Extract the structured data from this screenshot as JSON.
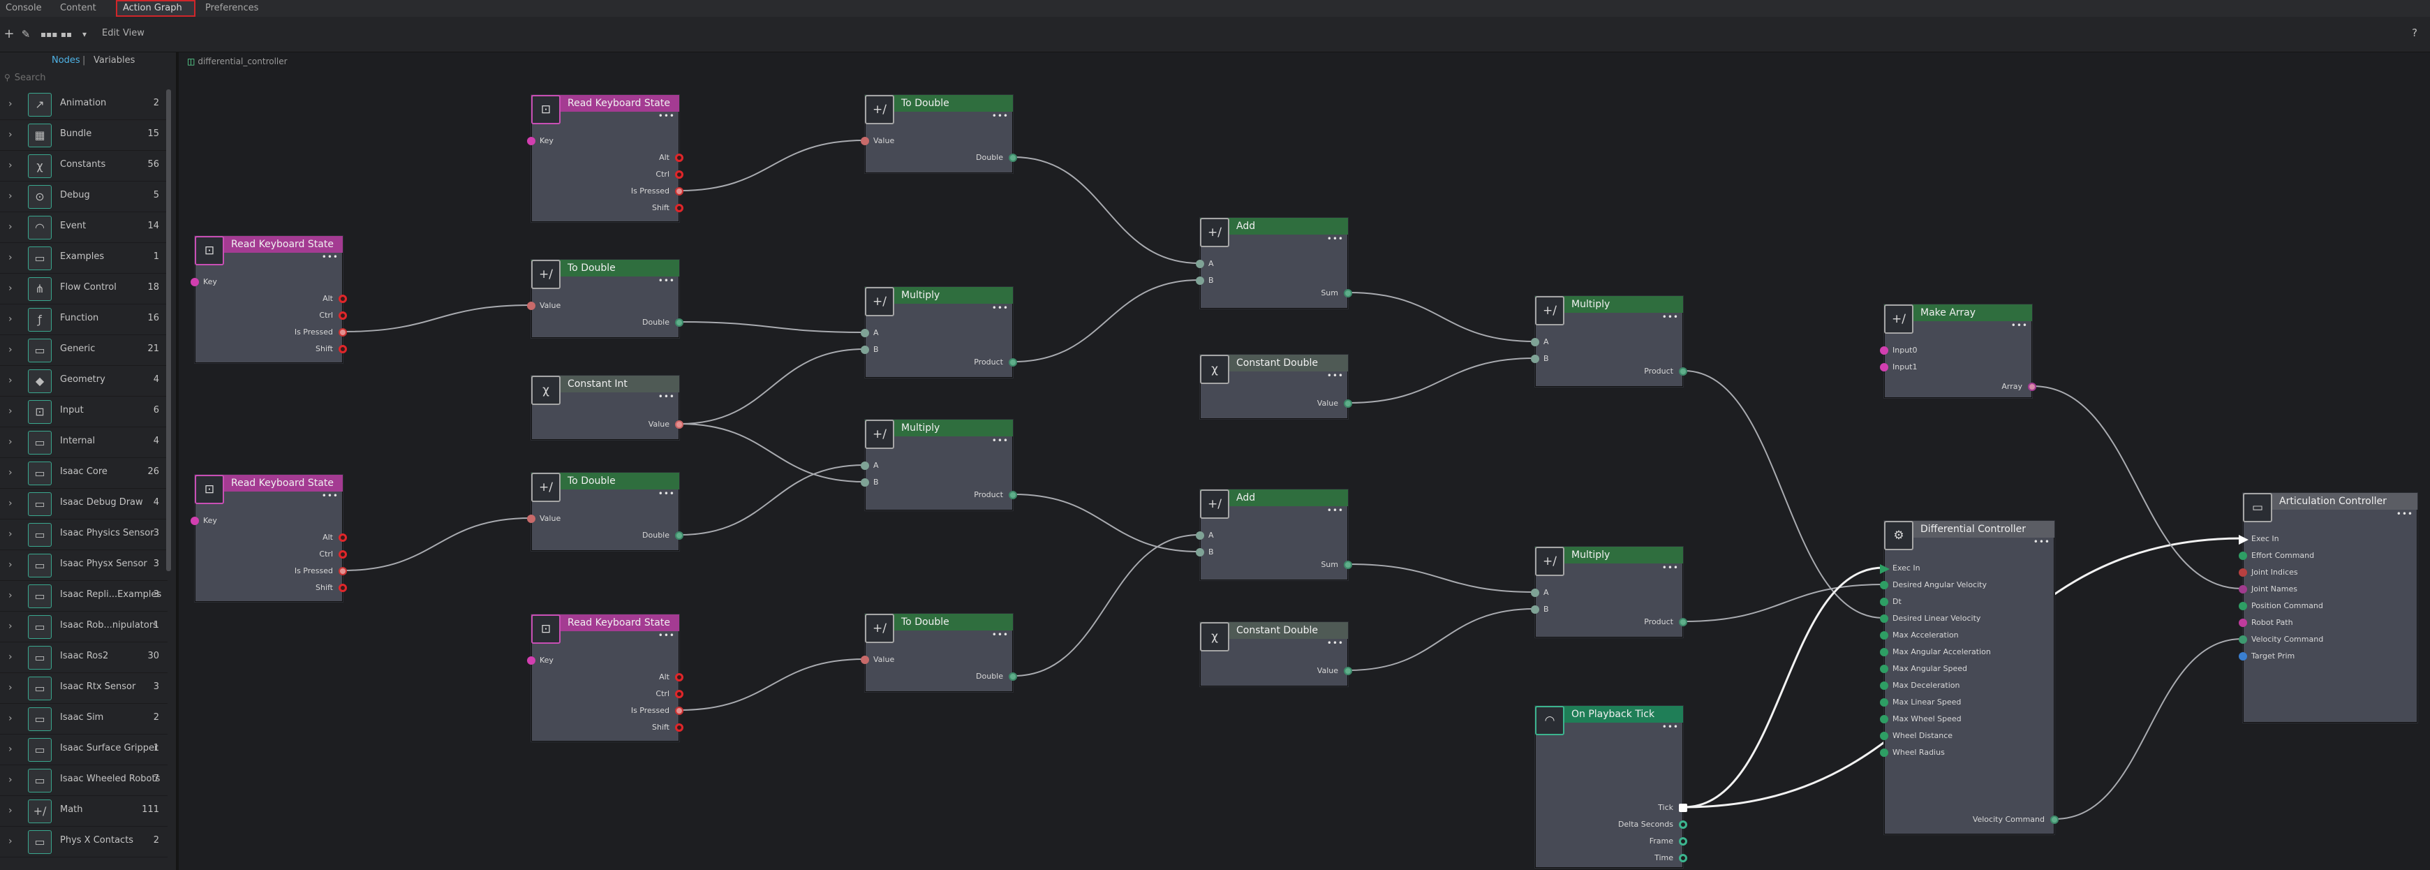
{
  "top_tabs": [
    "Console",
    "Content",
    "Action Graph",
    "Preferences"
  ],
  "toolbar": {
    "menu_edit": "Edit",
    "menu_view": "View",
    "help": "?"
  },
  "sidebar": {
    "tab_nodes": "Nodes",
    "tab_sep": "|",
    "tab_variables": "Variables",
    "search_placeholder": "Search",
    "categories": [
      {
        "label": "Animation",
        "count": "2",
        "icon": "↗"
      },
      {
        "label": "Bundle",
        "count": "15",
        "icon": "▦"
      },
      {
        "label": "Constants",
        "count": "56",
        "icon": "χ"
      },
      {
        "label": "Debug",
        "count": "5",
        "icon": "⊙"
      },
      {
        "label": "Event",
        "count": "14",
        "icon": "◠"
      },
      {
        "label": "Examples",
        "count": "1",
        "icon": "▭"
      },
      {
        "label": "Flow Control",
        "count": "18",
        "icon": "⋔"
      },
      {
        "label": "Function",
        "count": "16",
        "icon": "ƒ"
      },
      {
        "label": "Generic",
        "count": "21",
        "icon": "▭"
      },
      {
        "label": "Geometry",
        "count": "4",
        "icon": "◆"
      },
      {
        "label": "Input",
        "count": "6",
        "icon": "⊡"
      },
      {
        "label": "Internal",
        "count": "4",
        "icon": "▭"
      },
      {
        "label": "Isaac Core",
        "count": "26",
        "icon": "▭"
      },
      {
        "label": "Isaac Debug Draw",
        "count": "4",
        "icon": "▭"
      },
      {
        "label": "Isaac Physics Sensor",
        "count": "3",
        "icon": "▭"
      },
      {
        "label": "Isaac Physx Sensor",
        "count": "3",
        "icon": "▭"
      },
      {
        "label": "Isaac Repli...Examples",
        "count": "3",
        "icon": "▭"
      },
      {
        "label": "Isaac Rob...nipulators",
        "count": "1",
        "icon": "▭"
      },
      {
        "label": "Isaac Ros2",
        "count": "30",
        "icon": "▭"
      },
      {
        "label": "Isaac Rtx Sensor",
        "count": "3",
        "icon": "▭"
      },
      {
        "label": "Isaac Sim",
        "count": "2",
        "icon": "▭"
      },
      {
        "label": "Isaac Surface Gripper",
        "count": "1",
        "icon": "▭"
      },
      {
        "label": "Isaac Wheeled Robots",
        "count": "7",
        "icon": "▭"
      },
      {
        "label": "Math",
        "count": "111",
        "icon": "+∕"
      },
      {
        "label": "Phys X Contacts",
        "count": "2",
        "icon": "▭"
      }
    ]
  },
  "graph": {
    "breadcrumb": "differential_controller"
  },
  "nodes": {
    "rks1": {
      "title": "Read Keyboard State",
      "in": [
        "Key"
      ],
      "out": [
        "Alt",
        "Ctrl",
        "Is Pressed",
        "Shift"
      ]
    },
    "rks2": {
      "title": "Read Keyboard State",
      "in": [
        "Key"
      ],
      "out": [
        "Alt",
        "Ctrl",
        "Is Pressed",
        "Shift"
      ]
    },
    "rks3": {
      "title": "Read Keyboard State",
      "in": [
        "Key"
      ],
      "out": [
        "Alt",
        "Ctrl",
        "Is Pressed",
        "Shift"
      ]
    },
    "rks4": {
      "title": "Read Keyboard State",
      "in": [
        "Key"
      ],
      "out": [
        "Alt",
        "Ctrl",
        "Is Pressed",
        "Shift"
      ]
    },
    "td1": {
      "title": "To Double",
      "in": [
        "Value"
      ],
      "out": [
        "Double"
      ]
    },
    "td2": {
      "title": "To Double",
      "in": [
        "Value"
      ],
      "out": [
        "Double"
      ]
    },
    "td3": {
      "title": "To Double",
      "in": [
        "Value"
      ],
      "out": [
        "Double"
      ]
    },
    "td4": {
      "title": "To Double",
      "in": [
        "Value"
      ],
      "out": [
        "Double"
      ]
    },
    "ci": {
      "title": "Constant Int",
      "out": [
        "Value"
      ]
    },
    "mul1": {
      "title": "Multiply",
      "in": [
        "A",
        "B"
      ],
      "out": [
        "Product"
      ]
    },
    "mul2": {
      "title": "Multiply",
      "in": [
        "A",
        "B"
      ],
      "out": [
        "Product"
      ]
    },
    "mul3": {
      "title": "Multiply",
      "in": [
        "A",
        "B"
      ],
      "out": [
        "Product"
      ]
    },
    "mul4": {
      "title": "Multiply",
      "in": [
        "A",
        "B"
      ],
      "out": [
        "Product"
      ]
    },
    "add1": {
      "title": "Add",
      "in": [
        "A",
        "B"
      ],
      "out": [
        "Sum"
      ]
    },
    "add2": {
      "title": "Add",
      "in": [
        "A",
        "B"
      ],
      "out": [
        "Sum"
      ]
    },
    "cd1": {
      "title": "Constant Double",
      "out": [
        "Value"
      ]
    },
    "cd2": {
      "title": "Constant Double",
      "out": [
        "Value"
      ]
    },
    "ma": {
      "title": "Make Array",
      "in": [
        "Input0",
        "Input1"
      ],
      "out": [
        "Array"
      ]
    },
    "opt": {
      "title": "On Playback Tick",
      "out": [
        "Tick",
        "Delta Seconds",
        "Frame",
        "Time"
      ]
    },
    "dc": {
      "title": "Differential Controller",
      "in": [
        "Exec In",
        "Desired Angular Velocity",
        "Dt",
        "Desired Linear Velocity",
        "Max Acceleration",
        "Max Angular Acceleration",
        "Max Angular Speed",
        "Max Deceleration",
        "Max Linear Speed",
        "Max Wheel Speed",
        "Wheel Distance",
        "Wheel Radius"
      ],
      "out": [
        "Velocity Command"
      ]
    },
    "ac": {
      "title": "Articulation Controller",
      "in": [
        "Exec In",
        "Effort Command",
        "Joint Indices",
        "Joint Names",
        "Position Command",
        "Robot Path",
        "Velocity Command",
        "Target Prim"
      ]
    }
  }
}
